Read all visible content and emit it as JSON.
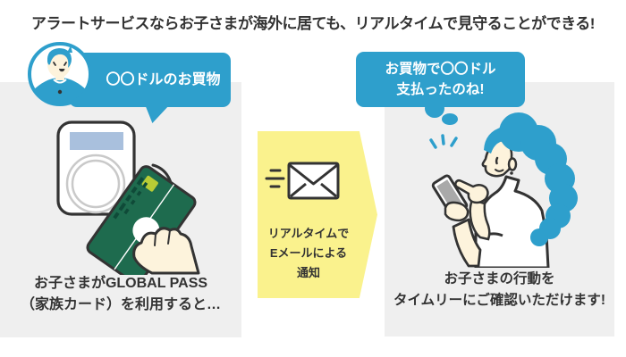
{
  "title": "アラートサービスならお子さまが海外に居ても、リアルタイムで見守ることができる!",
  "left_panel": {
    "bubble_text": "〇〇ドルのお買物",
    "caption_line1": "お子さまがGLOBAL PASS",
    "caption_line2": "（家族カード）を利用すると…"
  },
  "flow_arrow": {
    "line1": "リアルタイムで",
    "line2": "Eメールによる",
    "line3": "通知"
  },
  "right_panel": {
    "bubble_line1": "お買物で〇〇ドル",
    "bubble_line2": "支払ったのね!",
    "caption_line1": "お子さまの行動を",
    "caption_line2": "タイムリーにご確認いただけます!"
  },
  "icons": {
    "child_avatar": "child-avatar",
    "payment_terminal": "payment-terminal-icon",
    "contactless_card": "contactless-card-icon",
    "contactless_waves": "contactless-waves-icon",
    "envelope": "envelope-icon",
    "smartphone": "smartphone-icon",
    "parent": "parent-with-phone"
  },
  "colors": {
    "accent_blue": "#2e9fcc",
    "highlight_yellow": "#faf28d",
    "card_green": "#1e6b4e",
    "chip_green": "#b9cc35",
    "panel_gray": "#efefef",
    "text_dark": "#333333",
    "skin": "#fdf3dc",
    "terminal_screen": "#a9c0dd"
  }
}
